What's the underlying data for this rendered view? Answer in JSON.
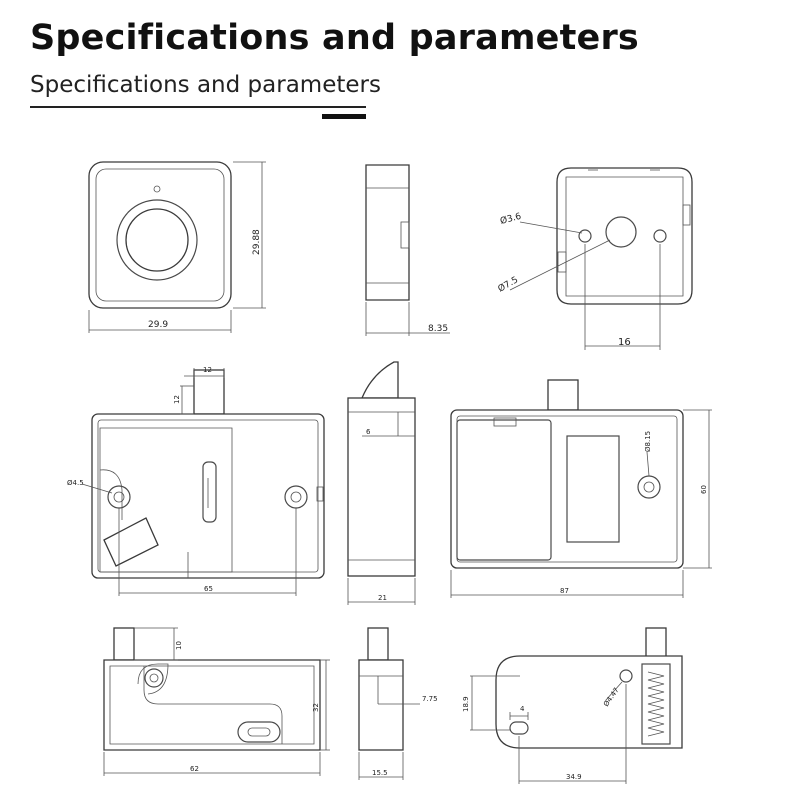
{
  "header": {
    "title": "Specifications and parameters",
    "subtitle": "Specifications and parameters"
  },
  "dimensions": {
    "keypad_width": "29.9",
    "keypad_height": "29.88",
    "keypad_depth": "8.35",
    "hole_small": "Ø3.6",
    "hole_center": "Ø7.5",
    "hole_spacing": "16",
    "bolt_width": "12",
    "bolt_extension": "12",
    "hole_main": "Ø4.5",
    "hole_spacing_main": "65",
    "side_inset": "6",
    "lock_depth": "21",
    "hole_back": "Ø8.15",
    "lock_height": "60",
    "lock_width": "87",
    "small_bolt_extension": "10",
    "small_height": "32",
    "small_width": "62",
    "small_side_offset": "7.75",
    "small_depth": "15.5",
    "slot_offset": "18.9",
    "slot_width": "4",
    "hole_small_lock": "Ø4.47",
    "slot_distance": "34.9"
  }
}
